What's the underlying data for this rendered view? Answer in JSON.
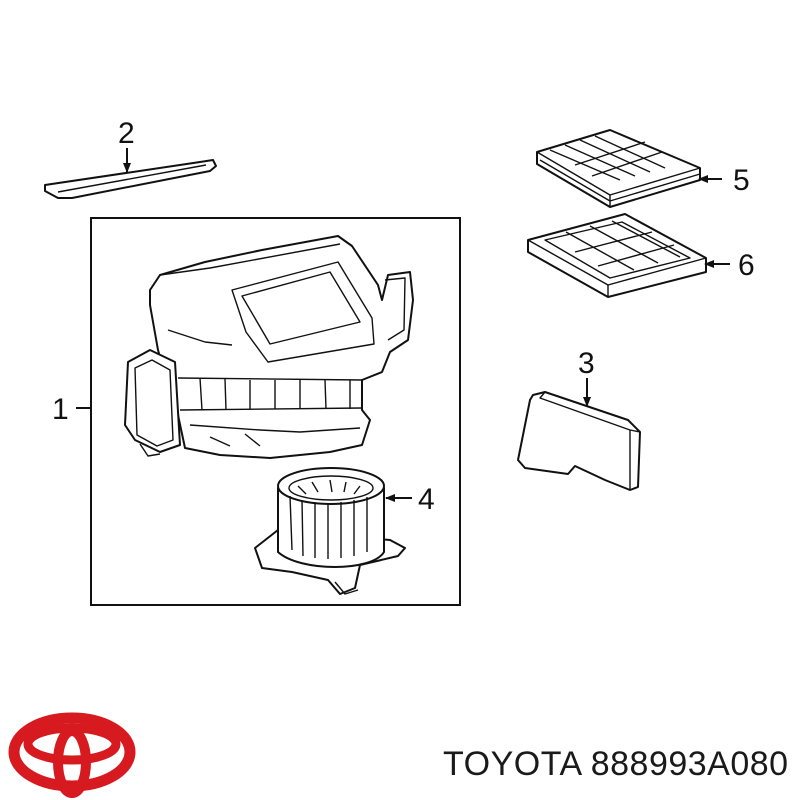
{
  "callouts": {
    "c1": "1",
    "c2": "2",
    "c3": "3",
    "c4": "4",
    "c5": "5",
    "c6": "6"
  },
  "caption": "TOYOTA 888993A080",
  "logo": {
    "icon": "toyota-logo",
    "color": "#d71920"
  },
  "line_color": "#111111"
}
